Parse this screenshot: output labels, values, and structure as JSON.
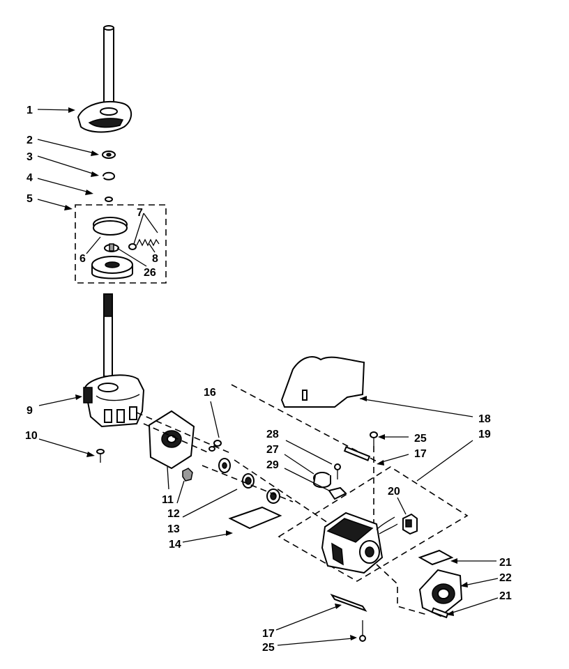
{
  "callouts": [
    {
      "id": "c1",
      "text": "1"
    },
    {
      "id": "c2",
      "text": "2"
    },
    {
      "id": "c3",
      "text": "3"
    },
    {
      "id": "c4",
      "text": "4"
    },
    {
      "id": "c5",
      "text": "5"
    },
    {
      "id": "c6",
      "text": "6"
    },
    {
      "id": "c7",
      "text": "7"
    },
    {
      "id": "c8",
      "text": "8"
    },
    {
      "id": "c26",
      "text": "26"
    },
    {
      "id": "c9",
      "text": "9"
    },
    {
      "id": "c10",
      "text": "10"
    },
    {
      "id": "c11",
      "text": "11"
    },
    {
      "id": "c12",
      "text": "12"
    },
    {
      "id": "c13",
      "text": "13"
    },
    {
      "id": "c14",
      "text": "14"
    },
    {
      "id": "c16",
      "text": "16"
    },
    {
      "id": "c18",
      "text": "18"
    },
    {
      "id": "c25a",
      "text": "25"
    },
    {
      "id": "c19",
      "text": "19"
    },
    {
      "id": "c17a",
      "text": "17"
    },
    {
      "id": "c28",
      "text": "28"
    },
    {
      "id": "c27",
      "text": "27"
    },
    {
      "id": "c29",
      "text": "29"
    },
    {
      "id": "c20",
      "text": "20"
    },
    {
      "id": "c21a",
      "text": "21"
    },
    {
      "id": "c22",
      "text": "22"
    },
    {
      "id": "c21b",
      "text": "21"
    },
    {
      "id": "c17b",
      "text": "17"
    },
    {
      "id": "c25b",
      "text": "25"
    }
  ]
}
